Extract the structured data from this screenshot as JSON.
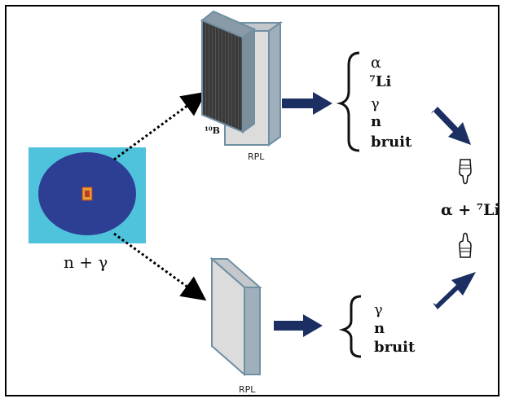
{
  "source": {
    "label": "n + γ"
  },
  "top_detector": {
    "converter_label": "¹⁰B",
    "rpl_label": "RPL",
    "particles": [
      "α",
      "⁷Li",
      "γ",
      "n",
      "bruit"
    ]
  },
  "bottom_detector": {
    "rpl_label": "RPL",
    "particles": [
      "γ",
      "n",
      "bruit"
    ]
  },
  "result": {
    "label": "α + ⁷Li"
  },
  "colors": {
    "source_bg": "#4fc3dc",
    "source_ellipse": "#2c3f95",
    "arrow": "#1b2f63",
    "plate_frame": "#6f8fa3",
    "plate_face": "#dcdcdc",
    "converter_face": "#3a3a3a"
  },
  "icons": {
    "hand_down": "hand-pointing-down-icon",
    "hand_up": "hand-pointing-up-icon"
  }
}
